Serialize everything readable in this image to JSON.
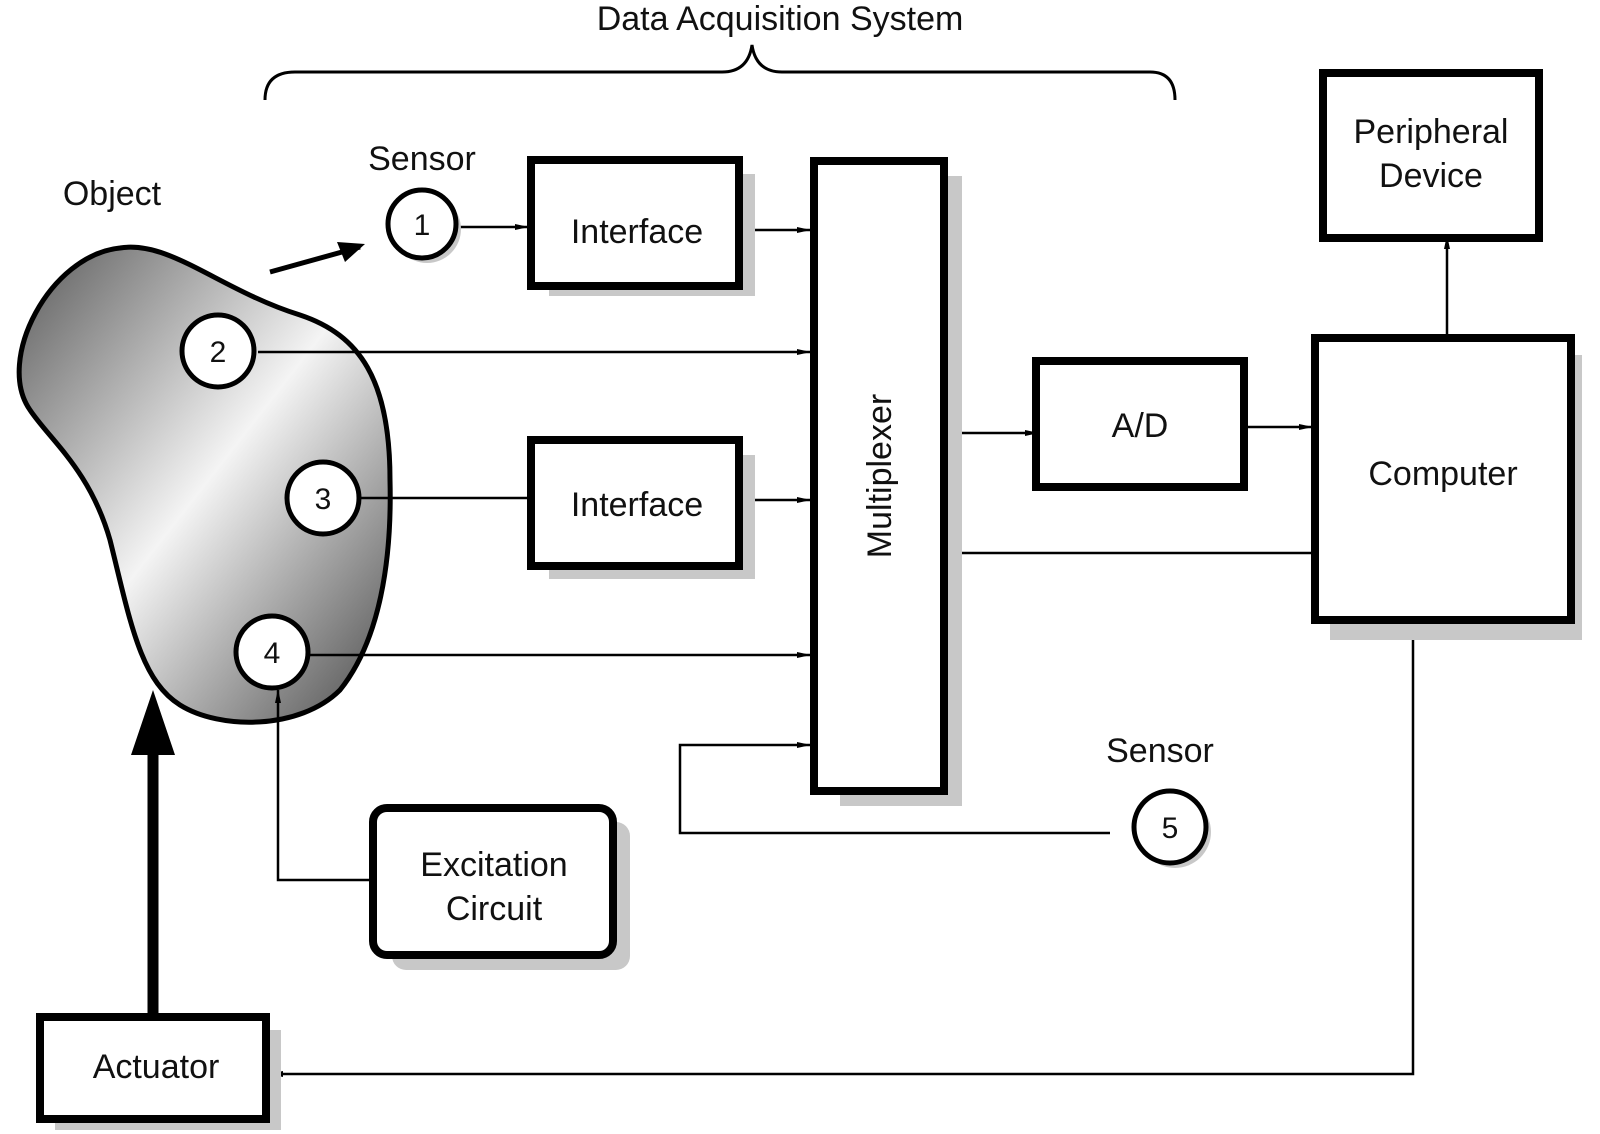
{
  "title": "Data Acquisition System",
  "labels": {
    "object": "Object",
    "sensor_top": "Sensor",
    "sensor_bottom": "Sensor"
  },
  "blocks": {
    "interface_1": "Interface",
    "interface_2": "Interface",
    "multiplexer": "Multiplexer",
    "ad": "A/D",
    "computer": "Computer",
    "peripheral_line1": "Peripheral",
    "peripheral_line2": "Device",
    "excitation_line1": "Excitation",
    "excitation_line2": "Circuit",
    "actuator": "Actuator"
  },
  "sensors": [
    "1",
    "2",
    "3",
    "4",
    "5"
  ],
  "colors": {
    "stroke": "#000000",
    "shadow": "#c8c8c8",
    "object_dark": "#5a5a5a",
    "object_light": "#f4f4f4"
  }
}
